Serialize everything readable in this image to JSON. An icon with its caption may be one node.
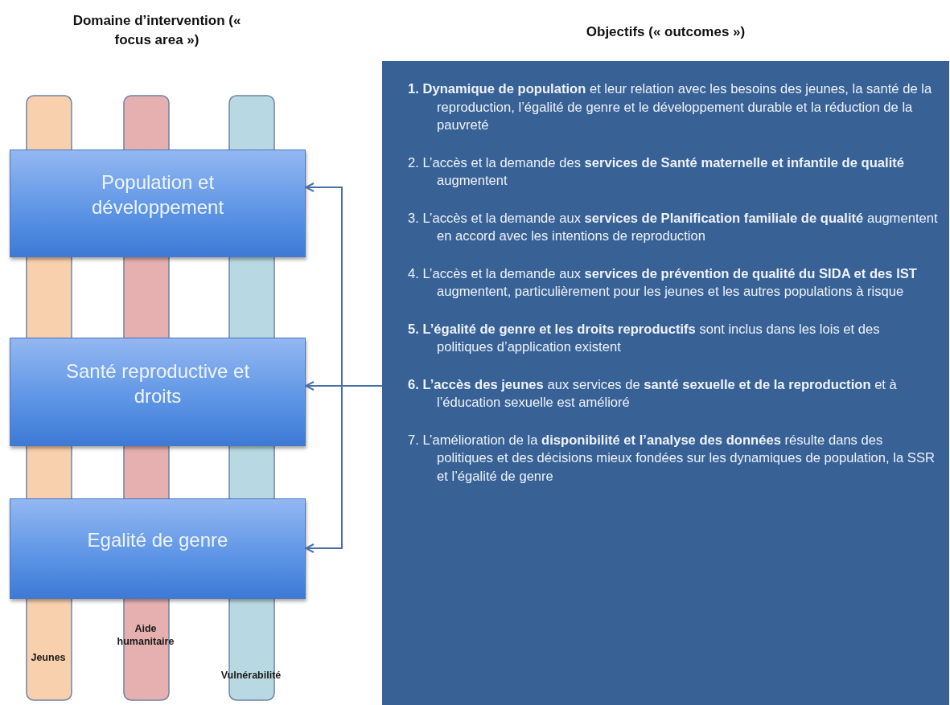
{
  "diagram": {
    "nodes": [
      {
        "text": [
          "Objectifs (« outcomes »)",
          "**1.** **Dynamique de population** et leur relation avec les besoins des jeunes, la santé de la reproduction, l’égalité de genre et le développement durable et la réduction de la pauvreté",
          "2. L’accès et la demande des **services de Santé maternelle et infantile de qualité** augmentent",
          "3. L’accès et la demande aux **services de Planification familiale de qualité** augmentent en accord avec les intentions de reproduction",
          "4. L’accès et la demande aux **services de prévention de qualité du SIDA et des IST** augmentent, particulièrement pour les jeunes et les autres populations à risque",
          "**5.** **L’égalité de genre et les droits reproductifs** sont inclus dans les lois et des politiques d’application existent",
          "**6.** **L’accès des jeunes** aux services de **santé sexuelle et de la reproduction** et à l’éducation sexuelle est amélioré",
          "7. L’amélioration de la **disponibilité et l’analyse des données** résulte dans des politiques et des décisions mieux fondées sur les dynamiques de population, la SSR et l’égalité de genre"
        ]
      },
      {
        "text": [
          "Population et développement"
        ]
      },
      {
        "text": [
          "Santé reproductive et droits"
        ]
      },
      {
        "text": [
          "Egalité de genre"
        ]
      }
    ],
    "edges": [
      {
        "from": 0,
        "to": 1,
        "arrow": "to"
      },
      {
        "from": 0,
        "to": 2,
        "arrow": "to"
      },
      {
        "from": 0,
        "to": 3,
        "arrow": "to"
      }
    ],
    "labels": [
      "Domaine d’intervention (« focus area »)",
      "Jeunes",
      "Aide humanitaire",
      "Vulnérabilité"
    ]
  }
}
